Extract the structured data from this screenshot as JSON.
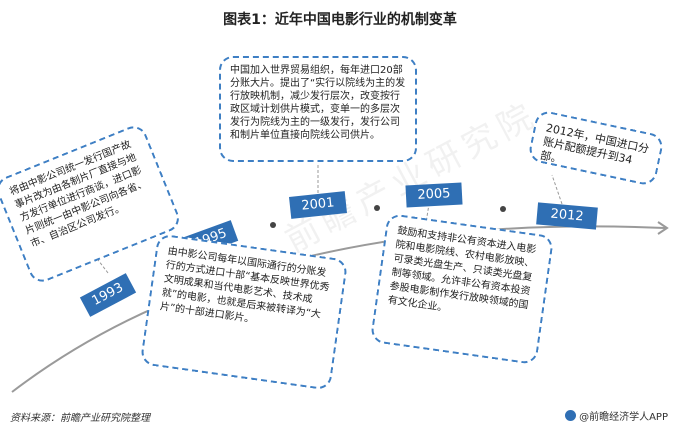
{
  "title": "图表1：近年中国电影行业的机制变革",
  "watermark": "前瞻产业研究院",
  "colors": {
    "accent": "#2f6fb4",
    "dash": "#3e7fc4"
  },
  "milestones": [
    {
      "year": "1993",
      "text": "将由中影公司统一发行国产故事片改为由各制片厂直接与地方发行单位进行商谈，进口影片则统一由中影公司向各省、市、自治区公司发行。"
    },
    {
      "year": "1995",
      "text": "由中影公司每年以国际通行的分账发行的方式进口十部“基本反映世界优秀文明成果和当代电影艺术、技术成就”的电影，也就是后来被转译为“大片”的十部进口影片。"
    },
    {
      "year": "2001",
      "text": "中国加入世界贸易组织，每年进口20部分账大片。提出了“实行以院线为主的发行放映机制，减少发行层次，改变按行政区域计划供片模式，变单一的多层次发行为院线为主的一级发行，发行公司和制片单位直接向院线公司供片。"
    },
    {
      "year": "2005",
      "text": "鼓励和支持非公有资本进入电影院和电影院线、农村电影放映、可录类光盘生产、只读类光盘复制等领域。允许非公有资本投资参股电影制作发行放映领域的国有文化企业。"
    },
    {
      "year": "2012",
      "text": "2012年，中国进口分账片配额提升到34部。"
    }
  ],
  "source": "资料来源：前瞻产业研究院整理",
  "brand": "@前瞻经济学人APP"
}
